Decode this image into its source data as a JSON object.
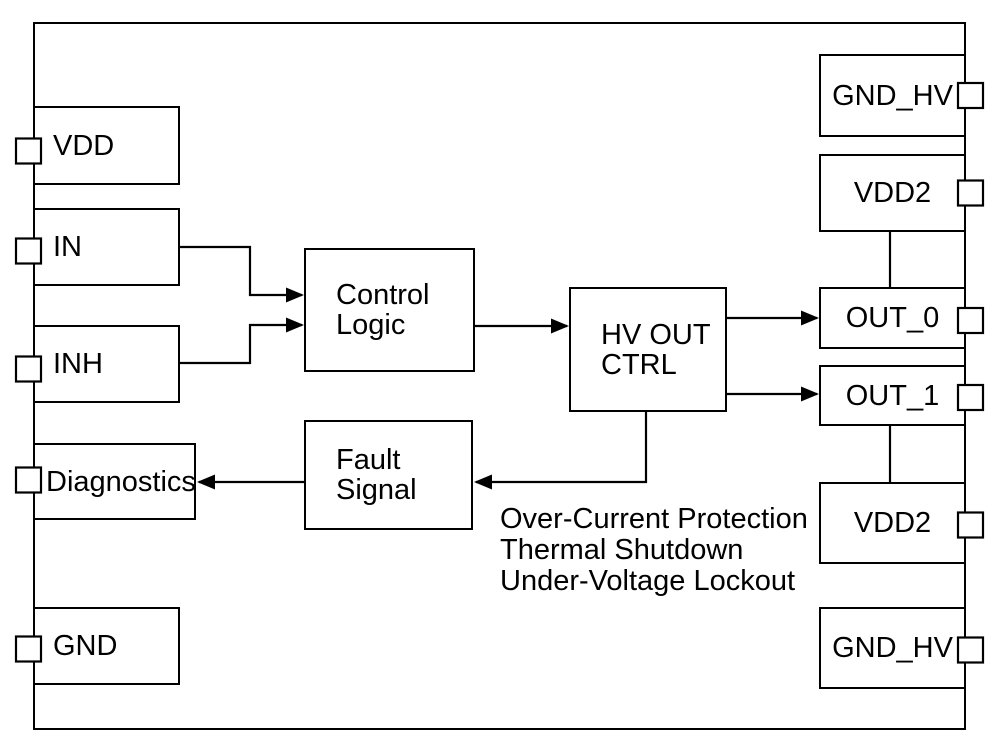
{
  "diagram": {
    "kind": "IC functional block diagram",
    "colors": {
      "line": "#000000",
      "background": "#ffffff",
      "block_fill": "#ffffff"
    },
    "blocks": {
      "vdd": {
        "label": "VDD"
      },
      "in": {
        "label": "IN"
      },
      "inh": {
        "label": "INH"
      },
      "diagnostics": {
        "label": "Diagnostics"
      },
      "gnd": {
        "label": "GND"
      },
      "control_logic": {
        "line1": "Control",
        "line2": "Logic"
      },
      "hv_out_ctrl": {
        "line1": "HV OUT",
        "line2": "CTRL"
      },
      "fault_signal": {
        "line1": "Fault",
        "line2": "Signal"
      },
      "gnd_hv_top": {
        "label": "GND_HV"
      },
      "vdd2_top": {
        "label": "VDD2"
      },
      "out_0": {
        "label": "OUT_0"
      },
      "out_1": {
        "label": "OUT_1"
      },
      "vdd2_bottom": {
        "label": "VDD2"
      },
      "gnd_hv_bottom": {
        "label": "GND_HV"
      }
    },
    "annotation": {
      "lines": [
        "Over-Current Protection",
        "Thermal Shutdown",
        "Under-Voltage Lockout"
      ]
    },
    "connections": [
      "IN -> Control Logic",
      "INH -> Control Logic",
      "Control Logic -> HV OUT CTRL",
      "HV OUT CTRL -> OUT_0",
      "HV OUT CTRL -> OUT_1",
      "HV OUT CTRL -> Fault Signal",
      "Fault Signal -> Diagnostics",
      "VDD2 (top) - OUT_0",
      "OUT_1 - VDD2 (bottom)"
    ]
  }
}
